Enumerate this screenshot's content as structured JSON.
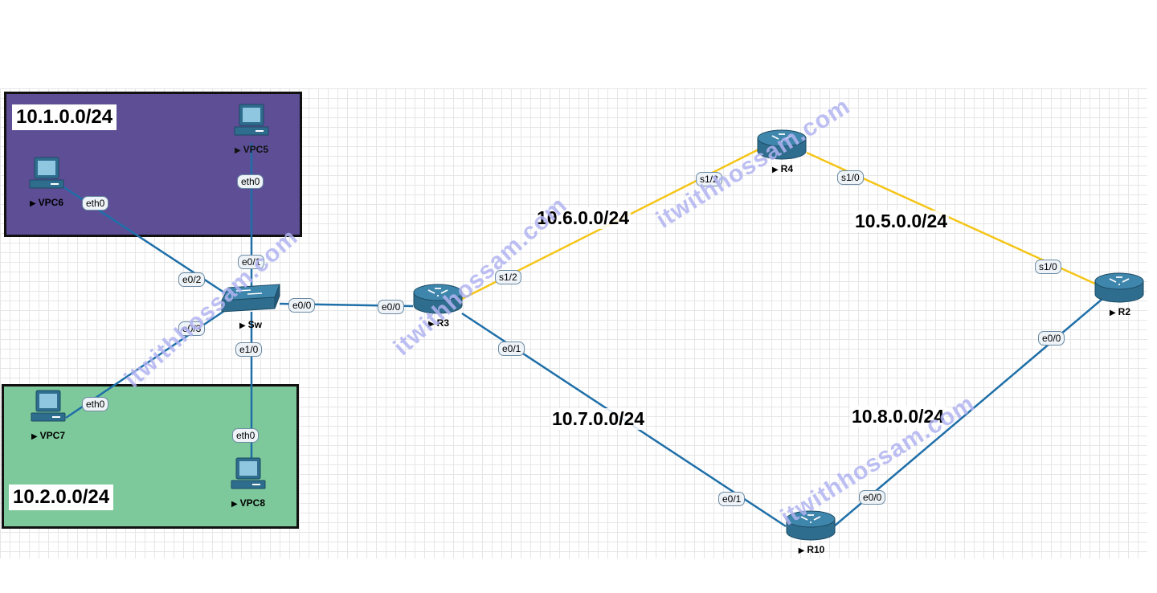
{
  "subnets": {
    "net1": "10.1.0.0/24",
    "net2": "10.2.0.0/24",
    "net5": "10.5.0.0/24",
    "net6": "10.6.0.0/24",
    "net7": "10.7.0.0/24",
    "net8": "10.8.0.0/24"
  },
  "nodes": {
    "vpc5": "VPC5",
    "vpc6": "VPC6",
    "vpc7": "VPC7",
    "vpc8": "VPC8",
    "sw": "Sw",
    "r3": "R3",
    "r4": "R4",
    "r2": "R2",
    "r10": "R10"
  },
  "ports": {
    "vpc6_eth0": "eth0",
    "vpc5_eth0": "eth0",
    "vpc7_eth0": "eth0",
    "vpc8_eth0": "eth0",
    "sw_e0_1": "e0/1",
    "sw_e0_2": "e0/2",
    "sw_e0_3": "e0/3",
    "sw_e1_0": "e1/0",
    "sw_e0_0": "e0/0",
    "r3_e0_0": "e0/0",
    "r3_s1_2": "s1/2",
    "r3_e0_1": "e0/1",
    "r4_s1_2": "s1/2",
    "r4_s1_0": "s1/0",
    "r2_s1_0": "s1/0",
    "r2_e0_0": "e0/0",
    "r10_e0_1": "e0/1",
    "r10_e0_0": "e0/0"
  },
  "watermark": "itwithhossam.com",
  "colors": {
    "zone_top": "#5d4e96",
    "zone_bottom": "#7ec99b",
    "ethernet_link": "#1f6fa8",
    "serial_link": "#f5c518",
    "device": "#2f6d8e"
  }
}
